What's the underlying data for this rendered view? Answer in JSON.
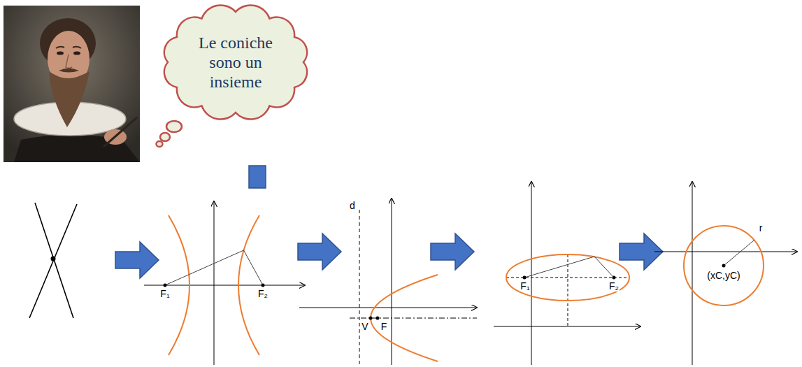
{
  "diagram": {
    "nodes": [
      {
        "text": [
          "Le coniche sono un insieme"
        ]
      }
    ],
    "labels": [
      "F₁",
      "F₂",
      "d",
      "V",
      "F",
      "F₁",
      "F₂",
      "r",
      "(xC,yC)"
    ]
  }
}
